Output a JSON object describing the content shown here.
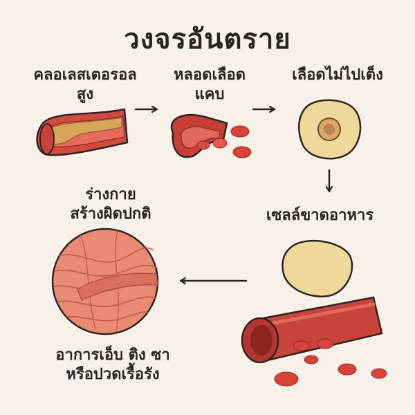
{
  "title": "วงจรอันตราย",
  "steps": {
    "cholesterol": {
      "line1": "คลอเลสเตอรอล",
      "line2": "สูง"
    },
    "narrow_vessel": {
      "line1": "หลอดเลือด",
      "line2": "แคบ"
    },
    "poor_flow": {
      "line1": "เลือดไม่ไปเต็ง"
    },
    "cell_starve": {
      "line1": "เซลล์ขาดอาหาร"
    },
    "body_damage": {
      "line1": "ร่างกาย",
      "line2": "สร้างผิดปกติ"
    },
    "symptoms": {
      "line1": "อาการเอ็บ ติง ซา",
      "line2": "หรือปวดเรื้อรัง"
    }
  },
  "colors": {
    "background": "#f7f1e9",
    "vessel_red": "#c8433a",
    "plaque": "#d8a45a",
    "cell_fill": "#f0d79a",
    "tissue": "#e98a73",
    "arrow": "#2b2522"
  }
}
